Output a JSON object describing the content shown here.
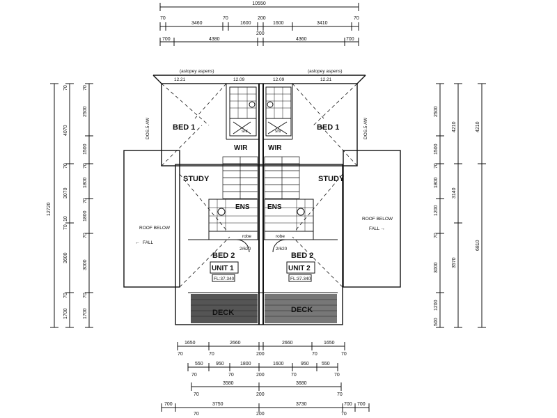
{
  "top_dims": {
    "overall": "10550",
    "row1": [
      "70",
      "3460",
      "70",
      "1600",
      "200",
      "1600",
      "3410",
      "70"
    ],
    "row2": [
      "700",
      "4380",
      "200",
      "4360",
      "700"
    ]
  },
  "roof_notes": {
    "left_top": "(aslopey aspens)",
    "right_top": "(aslopey aspens)",
    "left_below": "ROOF BELOW",
    "right_below": "ROOF BELOW",
    "fall_left": "FALL",
    "fall_right": "FALL"
  },
  "rooms": {
    "bed1_left": "BED 1",
    "bed1_right": "BED 1",
    "wir_left": "WIR",
    "wir_right": "WIR",
    "study_left": "STUDY",
    "study_right": "STUDY",
    "ens_left": "ENS",
    "ens_right": "ENS",
    "robe_left": "robe",
    "robe_right": "robe",
    "bed2_left": "BED 2",
    "bed2_right": "BED 2",
    "unit_left": "UNIT 1",
    "unit_right": "UNIT 2",
    "fl_left": "FL:37.340",
    "fl_right": "FL:37.340",
    "deck_left": "DECK",
    "deck_right": "DECK",
    "door_left": "2/620",
    "door_right": "2/620",
    "shr_left": "shr",
    "shr_right": "shr",
    "wdw_top_left": "12.21",
    "wdw_top_ml": "12.09",
    "wdw_top_mr": "12.09",
    "wdw_top_right": "12.21",
    "side_win_left": "DOS.5 AW",
    "side_win_right": "DOS.5 AW"
  },
  "left_dims": {
    "total": "12720",
    "mid": [
      "70",
      "4070",
      "70",
      "3070",
      "10",
      "70",
      "3600",
      "70",
      "1700"
    ],
    "inner": [
      "70",
      "2500",
      "1500",
      "70",
      "1800",
      "70",
      "1800",
      "70",
      "3000",
      "70",
      "1700"
    ]
  },
  "right_dims": {
    "total": "4210",
    "total2": "6810",
    "inner": [
      "2500",
      "1500",
      "70",
      "1800",
      "1200",
      "70",
      "3000",
      "1200",
      "500"
    ],
    "mid": [
      "4210",
      "3140",
      "3570"
    ]
  },
  "bottom_dims": {
    "row1": [
      "1650",
      "2660",
      "200",
      "2660",
      "1650"
    ],
    "row1_sub": [
      "70",
      "70",
      "200",
      "70",
      "70"
    ],
    "row2": [
      "550",
      "950",
      "1800",
      "1600",
      "950",
      "550"
    ],
    "row2_sub": [
      "70",
      "70",
      "200",
      "70",
      "70"
    ],
    "row3": [
      "3580",
      "3680"
    ],
    "row3_sub": [
      "70",
      "200",
      "70"
    ],
    "row4": [
      "700",
      "3750",
      "3730",
      "700",
      "700"
    ],
    "row4_sub": [
      "70",
      "200",
      "70"
    ]
  }
}
